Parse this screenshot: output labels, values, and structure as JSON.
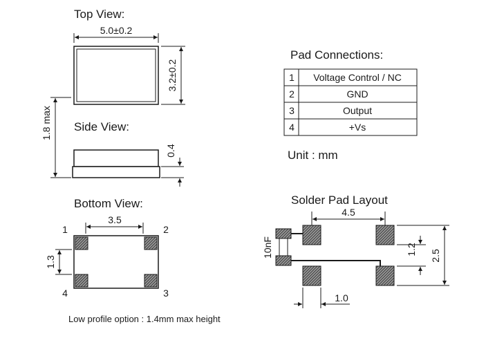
{
  "top_view": {
    "title": "Top View:",
    "width_dim": "5.0±0.2",
    "height_dim": "3.2±0.2"
  },
  "side_view": {
    "title": "Side View:",
    "max_height_dim": "1.8 max",
    "thickness_dim": "0.4"
  },
  "bottom_view": {
    "title": "Bottom View:",
    "pad_spacing_dim": "3.5",
    "pad_height_dim": "1.3",
    "pad_numbers": [
      "1",
      "2",
      "3",
      "4"
    ]
  },
  "pad_connections": {
    "title": "Pad Connections:",
    "rows": [
      {
        "pad": "1",
        "function": "Voltage Control / NC"
      },
      {
        "pad": "2",
        "function": "GND"
      },
      {
        "pad": "3",
        "function": "Output"
      },
      {
        "pad": "4",
        "function": "+Vs"
      }
    ],
    "unit": "Unit : mm"
  },
  "solder_pad_layout": {
    "title": "Solder Pad Layout",
    "width_dim": "4.5",
    "inner_dim": "1.2",
    "outer_dim": "2.5",
    "pad_width_dim": "1.0",
    "capacitor_label": "10nF"
  },
  "footnote": "Low profile option : 1.4mm max height"
}
